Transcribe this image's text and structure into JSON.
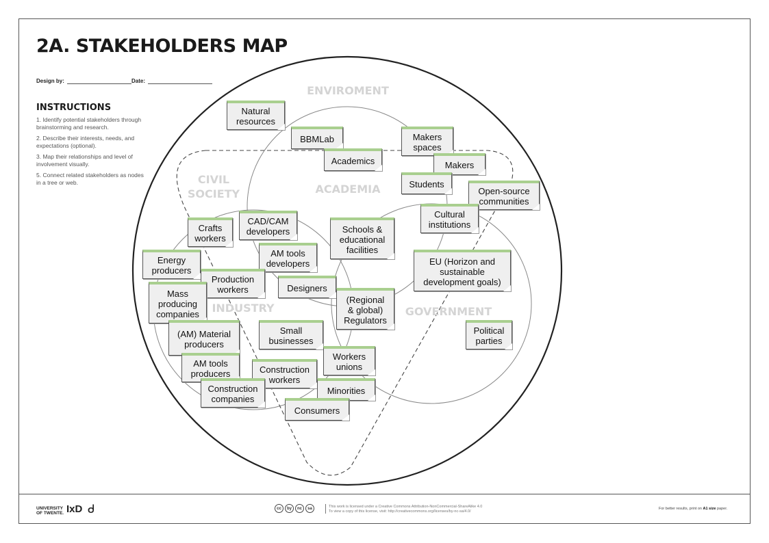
{
  "page": {
    "title": "2A. STAKEHOLDERS MAP",
    "design_by_label": "Design by:",
    "date_label": "Date:"
  },
  "instructions": {
    "heading": "INSTRUCTIONS",
    "items": [
      "1. Identify potential stakeholders through brainstorming and research.",
      "2. Describe their interests, needs, and expectations (optional).",
      "3. Map their relationships and level of involvement visually.",
      "5. Connect related stakeholders as nodes in a tree or web."
    ]
  },
  "regions": {
    "environment": "ENVIROMENT",
    "academia": "ACADEMIA",
    "civil_society": "CIVIL\nSOCIETY",
    "industry": "INDUSTRY",
    "government": "GOVERNMENT"
  },
  "notes": [
    "Natural\nresources",
    "BBMLab",
    "Academics",
    "Makers\nspaces",
    "Makers",
    "Students",
    "Open-source\ncommunities",
    "Cultural\ninstitutions",
    "CAD/CAM\ndevelopers",
    "Crafts\nworkers",
    "Schools &\neducational\nfacilities",
    "AM tools\ndevelopers",
    "Energy\nproducers",
    "Production\nworkers",
    "EU (Horizon and\nsustainable\ndevelopment goals)",
    "Designers",
    "Mass\nproducing\ncompanies",
    "(Regional\n&  global)\nRegulators",
    "(AM) Material\nproducers",
    "Small\nbusinesses",
    "Political\nparties",
    "Workers\nunions",
    "AM tools\nproducers",
    "Construction\nworkers",
    "Construction\ncompanies",
    "Minorities",
    "Consumers"
  ],
  "colors": {
    "note_fill": "#efefef",
    "note_accent": "#a9cf8f",
    "region_label": "#d4d4d4"
  },
  "footer": {
    "university": "UNIVERSITY\nOF TWENTE.",
    "ixd": "IxD",
    "swirl": "ᑯ",
    "cc_icons": [
      "cc",
      "by",
      "nc",
      "sa"
    ],
    "license_line1": "This work is licensed under a Creative Commons Attribution-NonCommercial-ShareAlike 4.0",
    "license_line2": "To view a copy of this license, visit: http://creativecommons.org/licenses/by-nc-sa/4.0/",
    "print_prefix": "For better results, print on ",
    "print_bold": "A1 size",
    "print_suffix": " paper."
  }
}
